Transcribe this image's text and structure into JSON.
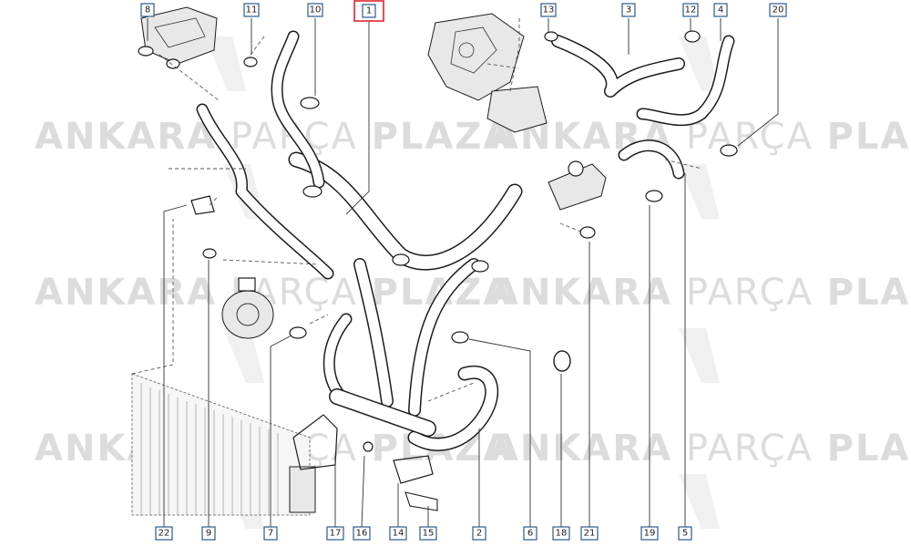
{
  "watermark": {
    "brand_bold_1": "ANKARA",
    "brand_light": "PARÇA",
    "brand_bold_2": "PLAZA",
    "logo_glyph": "AP"
  },
  "callouts": {
    "c8": "8",
    "c11": "11",
    "c10": "10",
    "c1": "1",
    "c13": "13",
    "c3": "3",
    "c12": "12",
    "c4": "4",
    "c20": "20",
    "c22": "22",
    "c9": "9",
    "c7": "7",
    "c17": "17",
    "c16": "16",
    "c14": "14",
    "c15": "15",
    "c2": "2",
    "c6": "6",
    "c18": "18",
    "c21": "21",
    "c19": "19",
    "c5": "5"
  },
  "colors": {
    "callout_border": "#2b5a8c",
    "highlight_border": "#e0252f",
    "line": "#1c1c1c",
    "watermark": "#dcdcdc"
  }
}
